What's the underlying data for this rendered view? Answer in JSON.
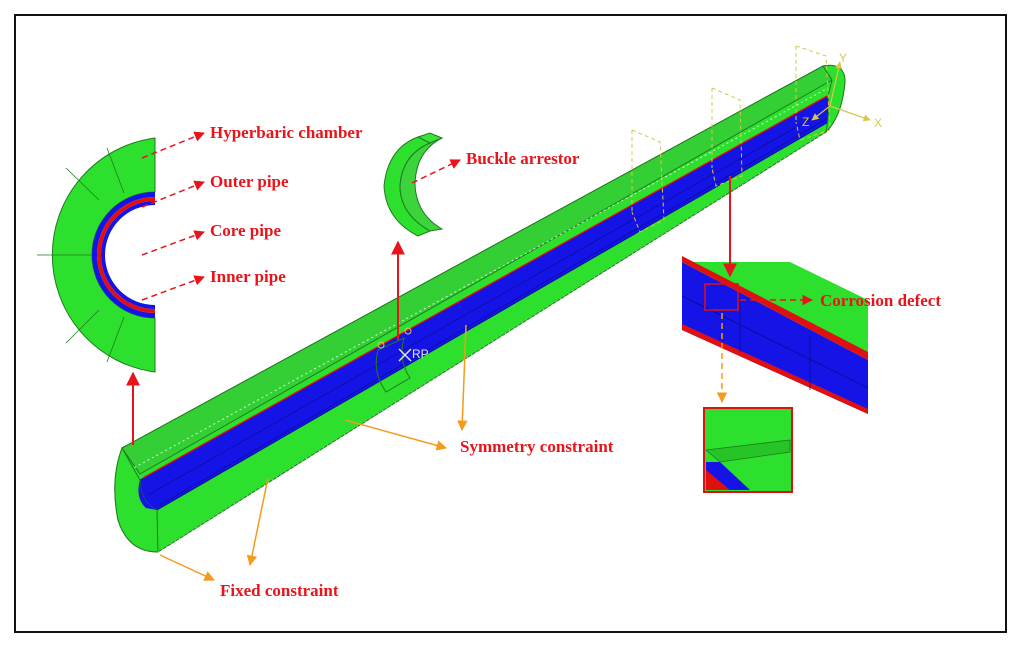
{
  "labels": {
    "hyperbaric_chamber": "Hyperbaric chamber",
    "outer_pipe": "Outer pipe",
    "core_pipe": "Core pipe",
    "inner_pipe": "Inner pipe",
    "buckle_arrestor": "Buckle arrestor",
    "corrosion_defect": "Corrosion defect",
    "symmetry_constraint": "Symmetry constraint",
    "fixed_constraint": "Fixed constraint"
  },
  "axes": {
    "y": "Y",
    "x": "X",
    "z": "Z"
  },
  "reference_point": "RP",
  "colors": {
    "chamber_green": "#2ee02e",
    "pipe_blue": "#1414e6",
    "core_red": "#e01010",
    "label_red": "#e8141b",
    "arrow_orange": "#f59a1c",
    "axis_yellow": "#d6c84a"
  }
}
